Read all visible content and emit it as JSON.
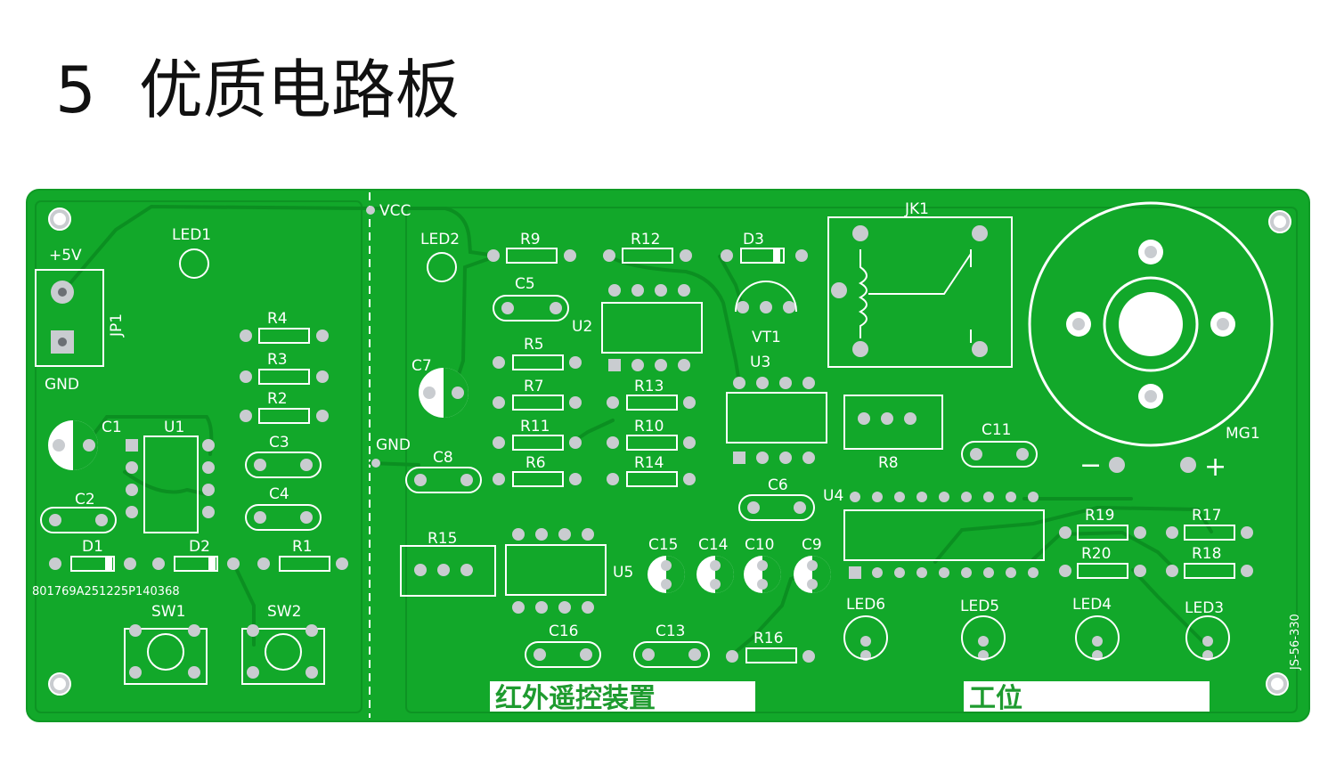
{
  "header": {
    "number": "5",
    "title": "优质电路板"
  },
  "colors": {
    "board": "#12a82a",
    "board_edge": "#0f9a25",
    "trace": "#0b8f21",
    "silkscreen": "#ffffff",
    "pad": "#c9ccd0",
    "hole": "#6b6f74"
  },
  "board": {
    "labels": {
      "vcc": "VCC",
      "gnd_mid": "GND",
      "plus5v": "+5V",
      "gnd_left": "GND",
      "jp1": "JP1",
      "led1": "LED1",
      "led2": "LED2",
      "c1": "C1",
      "c2": "C2",
      "c3": "C3",
      "c4": "C4",
      "c5": "C5",
      "c6": "C6",
      "c7": "C7",
      "c8": "C8",
      "c9": "C9",
      "c10": "C10",
      "c11": "C11",
      "c13": "C13",
      "c14": "C14",
      "c15": "C15",
      "c16": "C16",
      "r1": "R1",
      "r2": "R2",
      "r3": "R3",
      "r4": "R4",
      "r5": "R5",
      "r6": "R6",
      "r7": "R7",
      "r8": "R8",
      "r9": "R9",
      "r10": "R10",
      "r11": "R11",
      "r12": "R12",
      "r13": "R13",
      "r14": "R14",
      "r15": "R15",
      "r16": "R16",
      "r17": "R17",
      "r18": "R18",
      "r19": "R19",
      "r20": "R20",
      "d1": "D1",
      "d2": "D2",
      "d3": "D3",
      "u1": "U1",
      "u2": "U2",
      "u3": "U3",
      "u4": "U4",
      "u5": "U5",
      "vt1": "VT1",
      "jk1": "JK1",
      "mg1": "MG1",
      "minus": "−",
      "plus": "+",
      "sw1": "SW1",
      "sw2": "SW2",
      "led3": "LED3",
      "led4": "LED4",
      "led5": "LED5",
      "led6": "LED6",
      "serial": "801769A251225P140368",
      "code": "JS-56-330",
      "panel_name": "红外遥控装置",
      "panel_station": "工位"
    }
  }
}
